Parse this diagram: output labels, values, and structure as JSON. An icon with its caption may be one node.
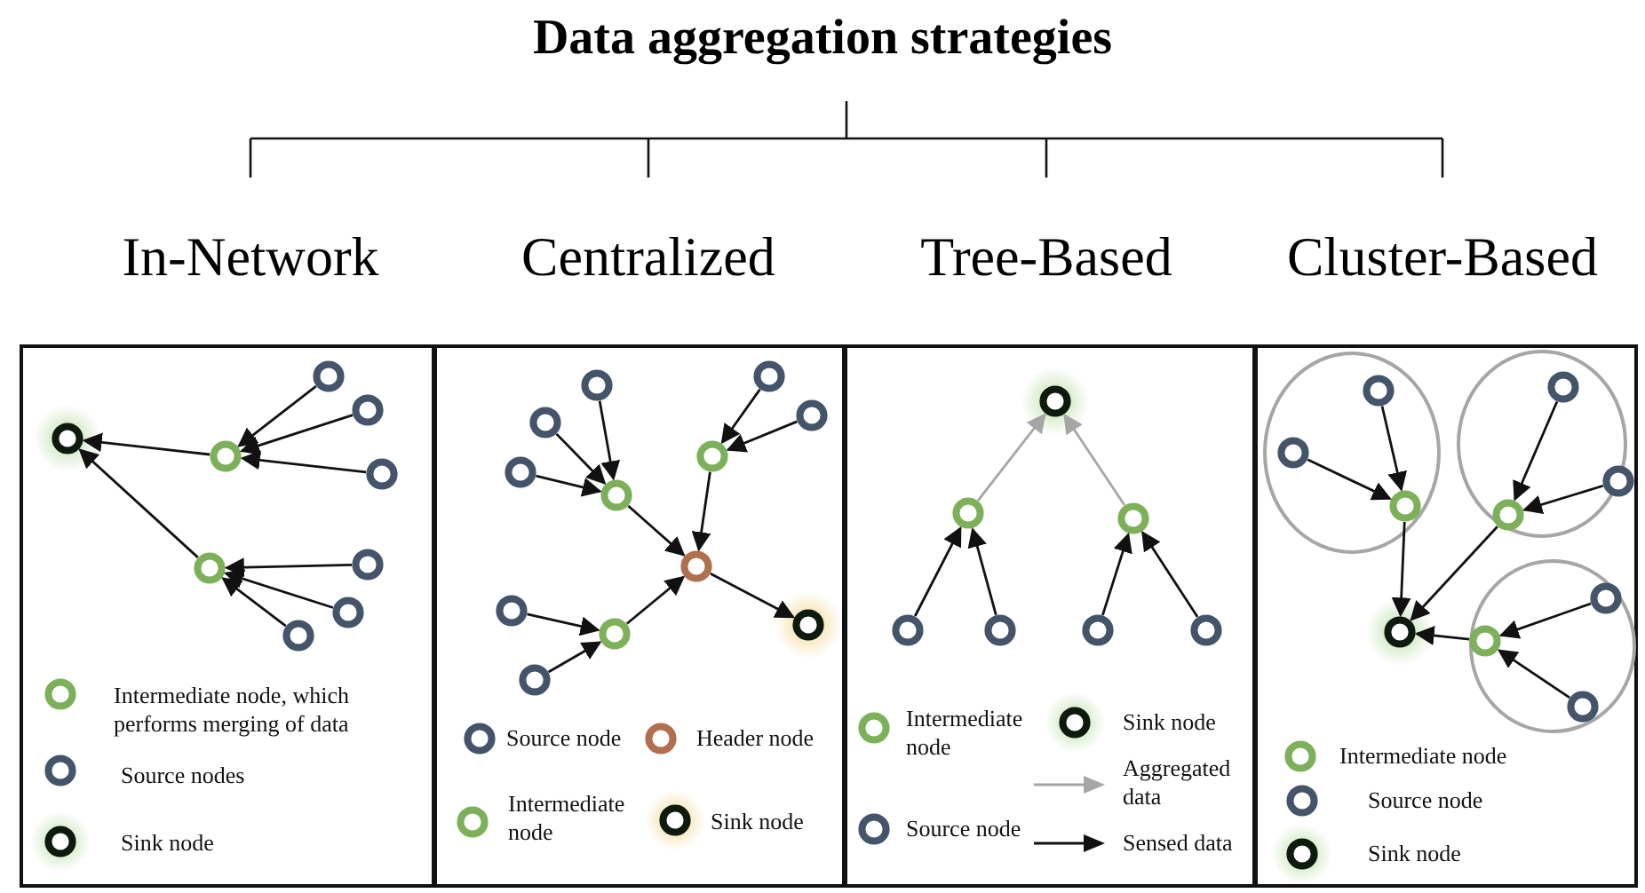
{
  "diagram": {
    "title": "Data aggregation strategies",
    "nodes": [
      {
        "text": [
          "In-Network"
        ]
      },
      {
        "text": [],
        "shape": "circle",
        "in": 0
      },
      {
        "text": [],
        "shape": "circle",
        "in": 0
      },
      {
        "text": [],
        "shape": "circle",
        "in": 0
      },
      {
        "text": [],
        "shape": "circle",
        "in": 0
      },
      {
        "text": [],
        "shape": "circle",
        "in": 0
      },
      {
        "text": [],
        "shape": "circle",
        "in": 0
      },
      {
        "text": [],
        "shape": "circle",
        "in": 0
      },
      {
        "text": [],
        "shape": "circle",
        "in": 0
      },
      {
        "text": [],
        "shape": "circle",
        "in": 0
      },
      {
        "text": [
          "Centralized"
        ]
      },
      {
        "text": [],
        "shape": "circle",
        "in": 10
      },
      {
        "text": [],
        "shape": "circle",
        "in": 10
      },
      {
        "text": [],
        "shape": "circle",
        "in": 10
      },
      {
        "text": [],
        "shape": "circle",
        "in": 10
      },
      {
        "text": [],
        "shape": "circle",
        "in": 10
      },
      {
        "text": [],
        "shape": "circle",
        "in": 10
      },
      {
        "text": [],
        "shape": "circle",
        "in": 10
      },
      {
        "text": [],
        "shape": "circle",
        "in": 10
      },
      {
        "text": [],
        "shape": "circle",
        "in": 10
      },
      {
        "text": [],
        "shape": "circle",
        "in": 10
      },
      {
        "text": [],
        "shape": "circle",
        "in": 10
      },
      {
        "text": [],
        "shape": "circle",
        "in": 10
      },
      {
        "text": [
          "Tree-Based"
        ]
      },
      {
        "text": [],
        "shape": "circle",
        "in": 23
      },
      {
        "text": [],
        "shape": "circle",
        "in": 23
      },
      {
        "text": [],
        "shape": "circle",
        "in": 23
      },
      {
        "text": [],
        "shape": "circle",
        "in": 23
      },
      {
        "text": [],
        "shape": "circle",
        "in": 23
      },
      {
        "text": [],
        "shape": "circle",
        "in": 23
      },
      {
        "text": [],
        "shape": "circle",
        "in": 23
      },
      {
        "text": [
          "Cluster-Based"
        ]
      },
      {
        "text": [],
        "shape": "circle",
        "in": 31
      },
      {
        "text": [],
        "shape": "circle",
        "in": 32
      },
      {
        "text": [],
        "shape": "circle",
        "in": 32
      },
      {
        "text": [],
        "shape": "circle",
        "in": 32
      },
      {
        "text": [],
        "shape": "circle",
        "in": 31
      },
      {
        "text": [],
        "shape": "circle",
        "in": 36
      },
      {
        "text": [],
        "shape": "circle",
        "in": 36
      },
      {
        "text": [],
        "shape": "circle",
        "in": 36
      },
      {
        "text": [],
        "shape": "circle",
        "in": 31
      },
      {
        "text": [],
        "shape": "circle",
        "in": 40
      },
      {
        "text": [],
        "shape": "circle",
        "in": 40
      },
      {
        "text": [],
        "shape": "circle",
        "in": 40
      },
      {
        "text": [],
        "shape": "circle",
        "in": 31
      }
    ],
    "edges": [
      {
        "from": 2,
        "to": 1,
        "arrow": "to"
      },
      {
        "from": 3,
        "to": 1,
        "arrow": "to"
      },
      {
        "from": 4,
        "to": 2,
        "arrow": "to"
      },
      {
        "from": 5,
        "to": 2,
        "arrow": "to"
      },
      {
        "from": 6,
        "to": 2,
        "arrow": "to"
      },
      {
        "from": 7,
        "to": 3,
        "arrow": "to"
      },
      {
        "from": 8,
        "to": 3,
        "arrow": "to"
      },
      {
        "from": 9,
        "to": 3,
        "arrow": "to"
      },
      {
        "from": 11,
        "to": 14,
        "arrow": "to"
      },
      {
        "from": 12,
        "to": 14,
        "arrow": "to"
      },
      {
        "from": 13,
        "to": 14,
        "arrow": "to"
      },
      {
        "from": 15,
        "to": 17,
        "arrow": "to"
      },
      {
        "from": 16,
        "to": 17,
        "arrow": "to"
      },
      {
        "from": 14,
        "to": 18,
        "arrow": "to"
      },
      {
        "from": 17,
        "to": 18,
        "arrow": "to"
      },
      {
        "from": 19,
        "to": 21,
        "arrow": "to"
      },
      {
        "from": 20,
        "to": 21,
        "arrow": "to"
      },
      {
        "from": 21,
        "to": 18,
        "arrow": "to"
      },
      {
        "from": 18,
        "to": 22,
        "arrow": "to"
      },
      {
        "from": 25,
        "to": 24,
        "arrow": "to",
        "color": "#a6a6a6"
      },
      {
        "from": 26,
        "to": 24,
        "arrow": "to",
        "color": "#a6a6a6"
      },
      {
        "from": 27,
        "to": 25,
        "arrow": "to"
      },
      {
        "from": 28,
        "to": 25,
        "arrow": "to"
      },
      {
        "from": 29,
        "to": 26,
        "arrow": "to"
      },
      {
        "from": 30,
        "to": 26,
        "arrow": "to"
      },
      {
        "from": 33,
        "to": 35,
        "arrow": "to"
      },
      {
        "from": 34,
        "to": 35,
        "arrow": "to"
      },
      {
        "from": 37,
        "to": 39,
        "arrow": "to"
      },
      {
        "from": 38,
        "to": 39,
        "arrow": "to"
      },
      {
        "from": 41,
        "to": 43,
        "arrow": "to"
      },
      {
        "from": 42,
        "to": 43,
        "arrow": "to"
      },
      {
        "from": 35,
        "to": 44,
        "arrow": "to"
      },
      {
        "from": 39,
        "to": 44,
        "arrow": "to"
      },
      {
        "from": 43,
        "to": 44,
        "arrow": "to"
      }
    ],
    "legend": [
      {
        "text": "Intermediate node, which performs merging of data"
      },
      {
        "text": "Source nodes"
      },
      {
        "text": "Sink node"
      },
      {
        "text": "Source node"
      },
      {
        "text": "Header node"
      },
      {
        "text": "Intermediate node"
      },
      {
        "text": "Sink node"
      },
      {
        "text": "Intermediate node"
      },
      {
        "text": "Sink node"
      },
      {
        "text": "Aggregated data"
      },
      {
        "text": "Source node"
      },
      {
        "text": "Sensed data"
      },
      {
        "text": "Intermediate node"
      },
      {
        "text": "Source node"
      },
      {
        "text": "Sink node"
      }
    ]
  }
}
